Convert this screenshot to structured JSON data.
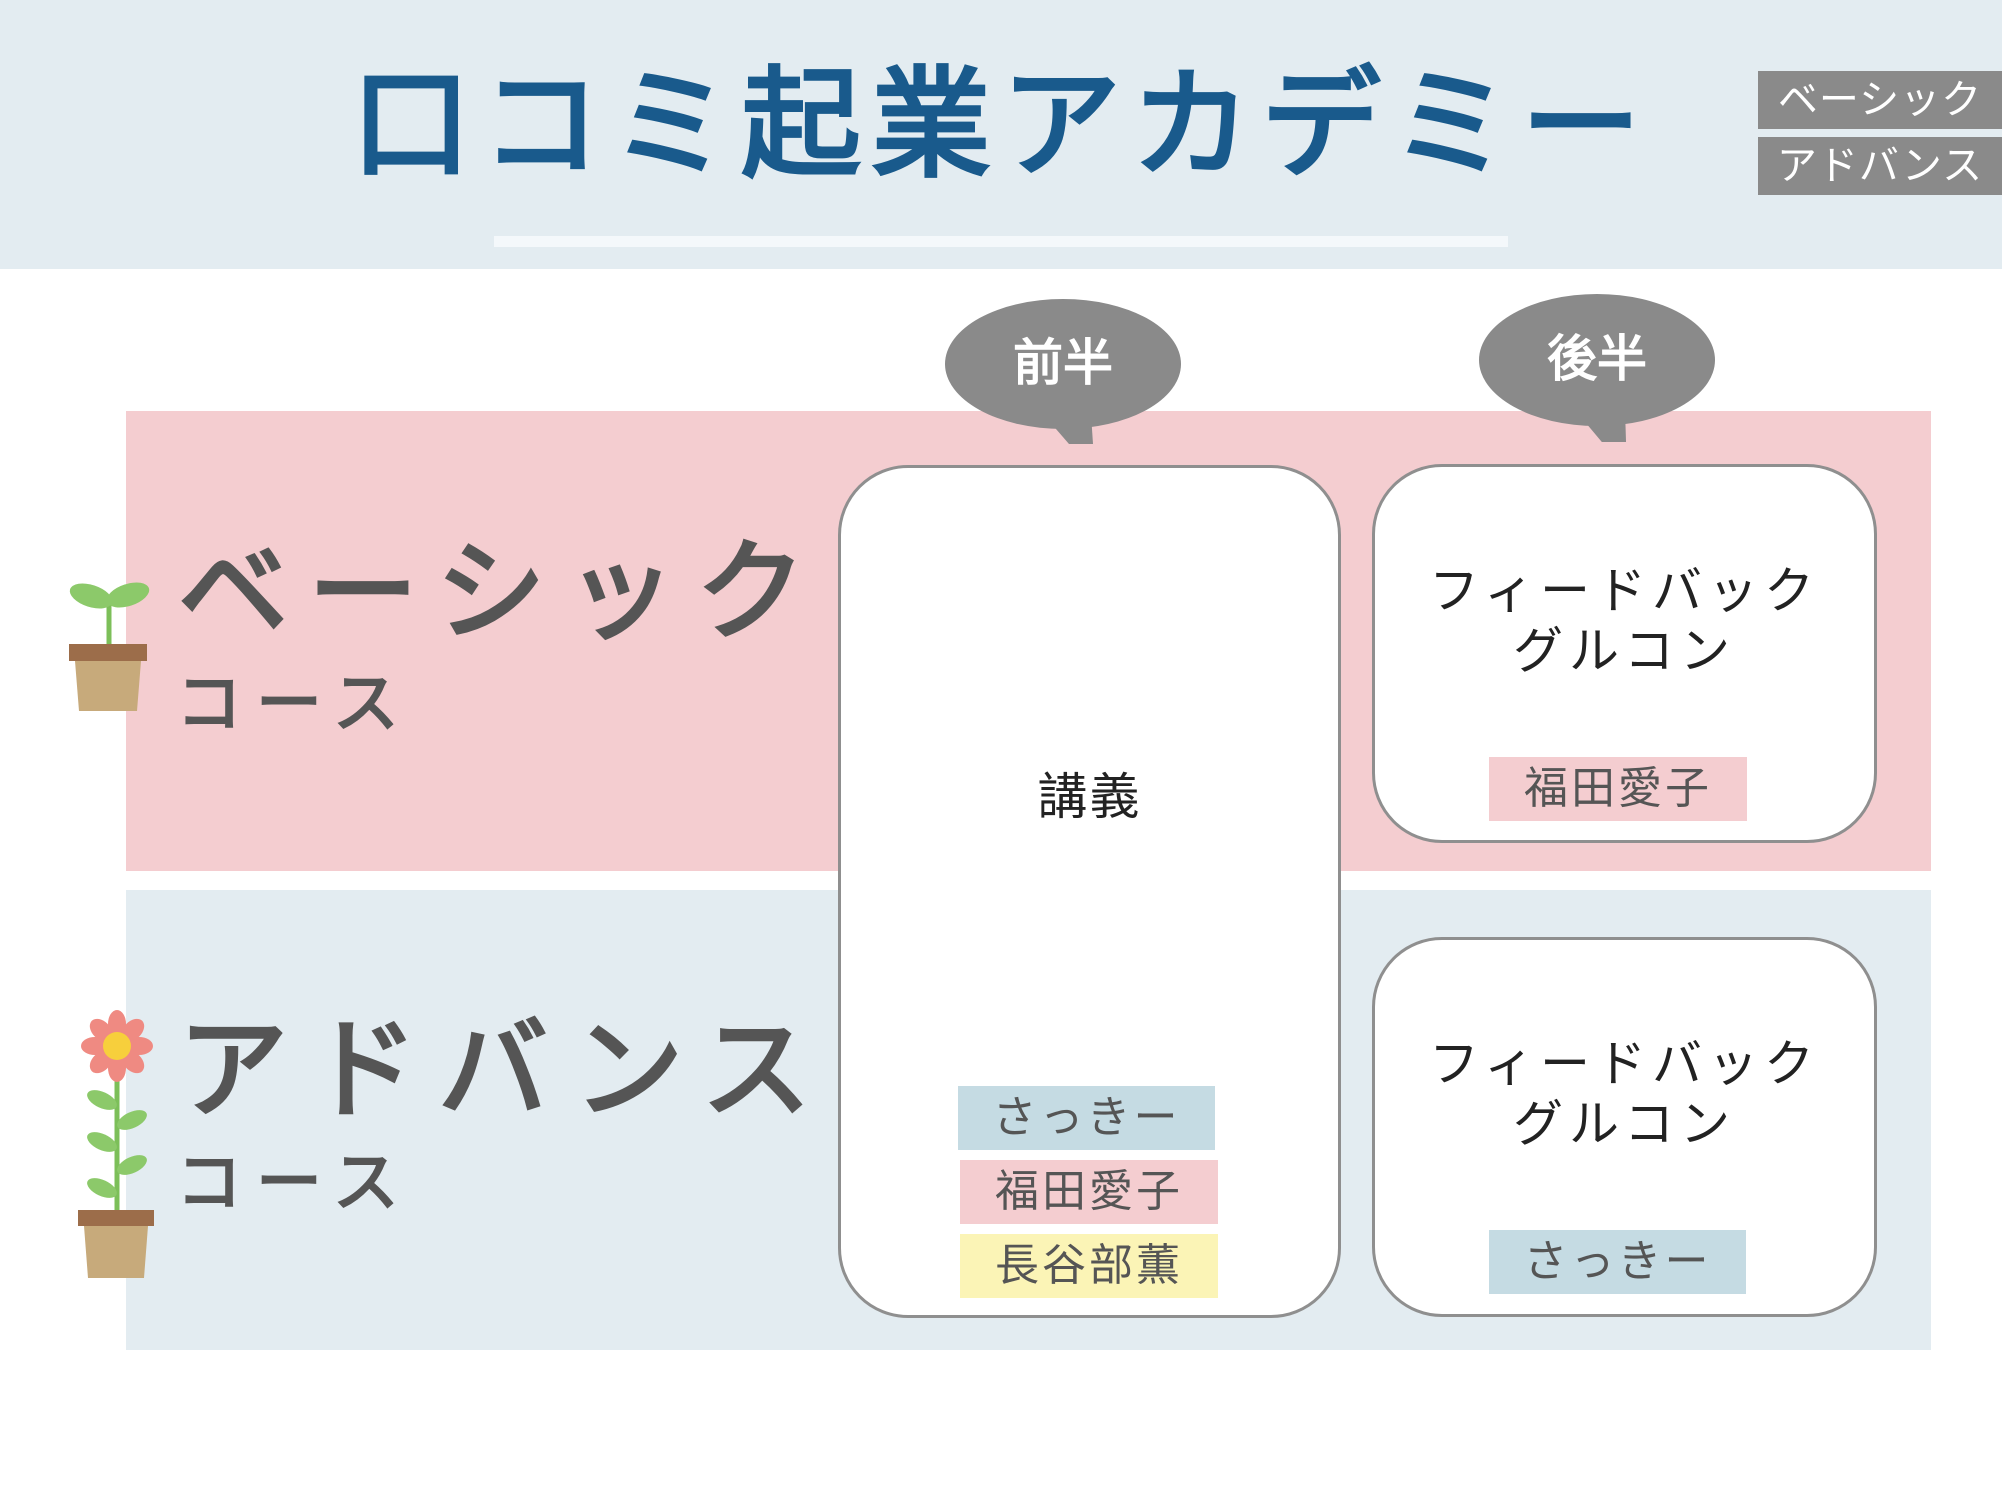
{
  "header": {
    "title": "口コミ起業アカデミー",
    "tags": [
      "ベーシック",
      "アドバンス"
    ]
  },
  "courses": {
    "basic": {
      "name": "ベーシック",
      "sub": "コース"
    },
    "advance": {
      "name": "アドバンス",
      "sub": "コース"
    }
  },
  "phases": {
    "first": "前半",
    "second": "後半"
  },
  "lecture": {
    "title": "講義",
    "instructors": [
      "さっきー",
      "福田愛子",
      "長谷部薫"
    ]
  },
  "feedback_basic": {
    "title": "フィードバック",
    "sub": "グルコン",
    "instructor": "福田愛子"
  },
  "feedback_advance": {
    "title": "フィードバック",
    "sub": "グルコン",
    "instructor": "さっきー"
  },
  "colors": {
    "title": "#195a8c",
    "header_bg": "#e3ecf1",
    "basic_band": "#f4cdd0",
    "advance_band": "#e3ecf1",
    "bubble": "#8a8a8a",
    "tag_pink": "#f4cdd0",
    "tag_blue": "#c5dbe3",
    "tag_yellow": "#fbf4b6"
  },
  "icons": {
    "basic": "sprout-pot-icon",
    "advance": "flower-pot-icon"
  }
}
